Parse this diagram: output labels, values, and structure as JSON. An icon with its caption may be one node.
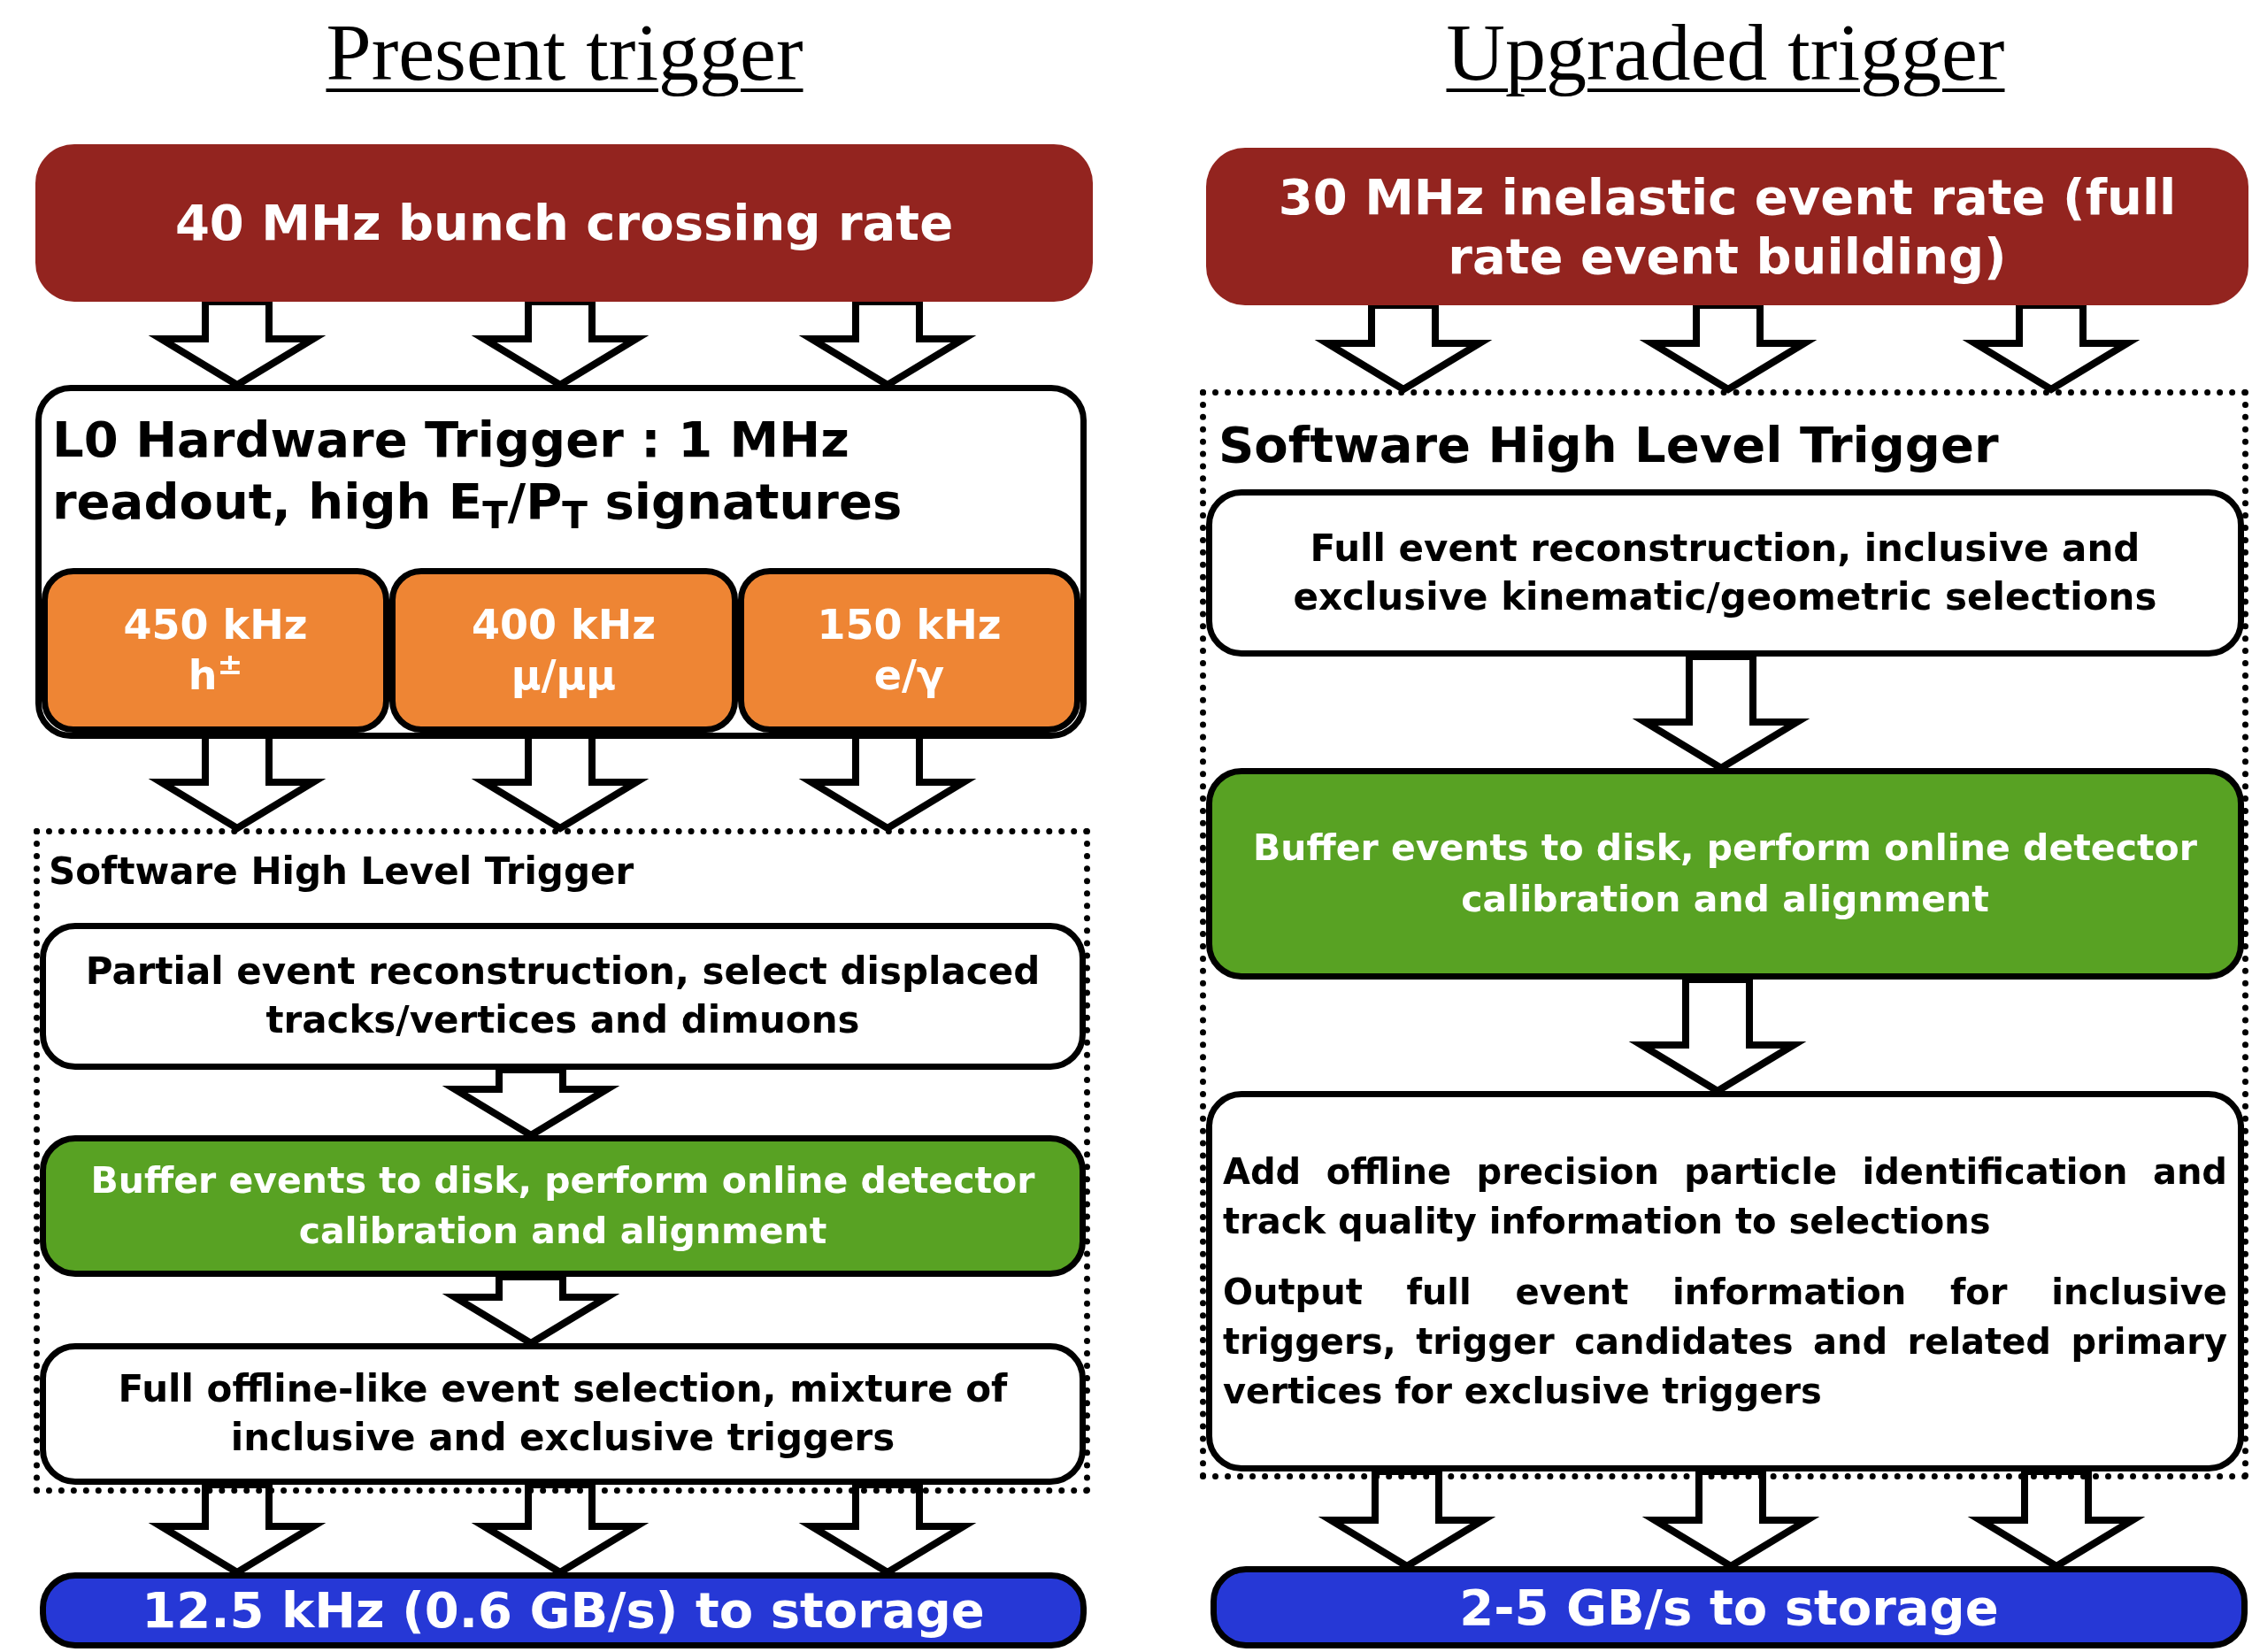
{
  "diagram": {
    "nodes": [
      {
        "text": [
          "40 MHz bunch crossing rate"
        ]
      },
      {
        "text": [
          "L0 Hardware Trigger : 1 MHz readout, high E$_{T}$/P$_{T}$ signatures"
        ]
      },
      {
        "text": [
          "450 kHz",
          "h$^{±}$"
        ],
        "in": 1
      },
      {
        "text": [
          "400 kHz",
          "μ/μμ"
        ],
        "in": 1
      },
      {
        "text": [
          "150 kHz",
          "e/γ"
        ],
        "in": 1
      },
      {
        "text": [
          "Software High Level Trigger"
        ]
      },
      {
        "text": [
          "Partial event reconstruction, select displaced tracks/vertices and dimuons"
        ],
        "in": 5
      },
      {
        "text": [
          "Buffer events to disk, perform online detector calibration and alignment"
        ],
        "in": 5
      },
      {
        "text": [
          "Full offline-like event selection, mixture of inclusive and exclusive triggers"
        ],
        "in": 5
      },
      {
        "text": [
          "12.5 kHz (0.6 GB/s) to storage"
        ]
      },
      {
        "text": [
          "30 MHz inelastic event rate (full rate event building)"
        ]
      },
      {
        "text": [
          "Software High Level Trigger"
        ]
      },
      {
        "text": [
          "Full event reconstruction, inclusive and exclusive kinematic/geometric selections"
        ],
        "in": 11
      },
      {
        "text": [
          "Buffer events to disk, perform online detector calibration and alignment"
        ],
        "in": 11
      },
      {
        "text": [
          "Add offline precision particle identification and track quality information to selections",
          "Output full event information for inclusive triggers, trigger candidates and related primary vertices for exclusive triggers"
        ],
        "in": 11
      },
      {
        "text": [
          "2-5 GB/s to storage"
        ]
      }
    ],
    "edges": [
      {
        "from": 0,
        "to": 1,
        "arrow": "to"
      },
      {
        "from": 0,
        "to": 1,
        "arrow": "to"
      },
      {
        "from": 0,
        "to": 1,
        "arrow": "to"
      },
      {
        "from": 2,
        "to": 5,
        "arrow": "to"
      },
      {
        "from": 3,
        "to": 5,
        "arrow": "to"
      },
      {
        "from": 4,
        "to": 5,
        "arrow": "to"
      },
      {
        "from": 6,
        "to": 7,
        "arrow": "to"
      },
      {
        "from": 7,
        "to": 8,
        "arrow": "to"
      },
      {
        "from": 8,
        "to": 9,
        "arrow": "to"
      },
      {
        "from": 8,
        "to": 9,
        "arrow": "to"
      },
      {
        "from": 8,
        "to": 9,
        "arrow": "to"
      },
      {
        "from": 10,
        "to": 11,
        "arrow": "to"
      },
      {
        "from": 10,
        "to": 11,
        "arrow": "to"
      },
      {
        "from": 10,
        "to": 11,
        "arrow": "to"
      },
      {
        "from": 12,
        "to": 13,
        "arrow": "to"
      },
      {
        "from": 13,
        "to": 14,
        "arrow": "to"
      },
      {
        "from": 14,
        "to": 15,
        "arrow": "to"
      },
      {
        "from": 14,
        "to": 15,
        "arrow": "to"
      },
      {
        "from": 14,
        "to": 15,
        "arrow": "to"
      }
    ],
    "labels": [
      "Present trigger",
      "Upgraded trigger"
    ]
  }
}
